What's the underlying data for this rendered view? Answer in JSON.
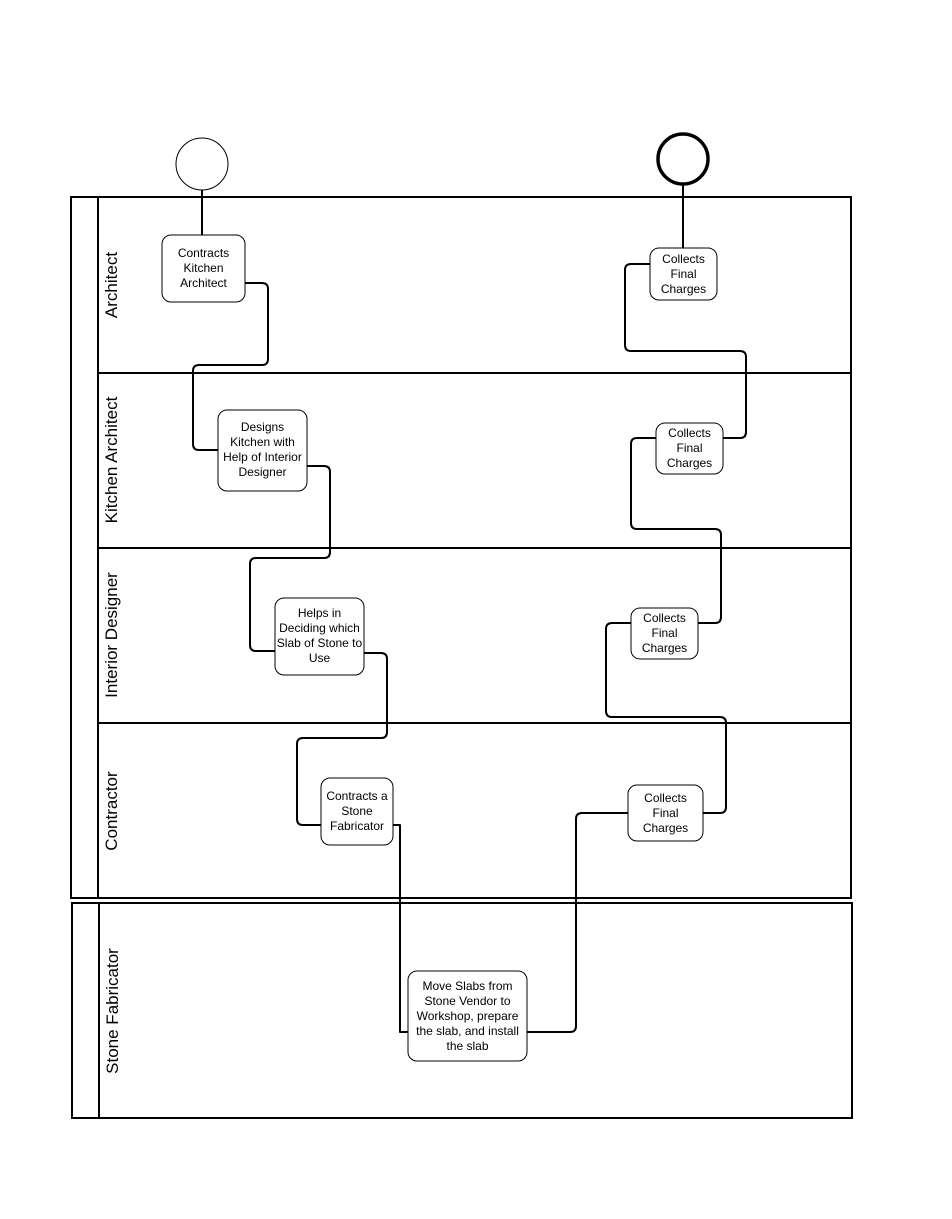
{
  "lanes": {
    "architect": "Architect",
    "kitchen_architect": "Kitchen Architect",
    "interior_designer": "Interior Designer",
    "contractor": "Contractor",
    "stone_fabricator": "Stone Fabricator"
  },
  "nodes": {
    "a1": [
      "Contracts",
      "Kitchen",
      "Architect"
    ],
    "a2": [
      "Collects",
      "Final",
      "Charges"
    ],
    "k1": [
      "Designs",
      "Kitchen with",
      "Help of Interior",
      "Designer"
    ],
    "k2": [
      "Collects",
      "Final",
      "Charges"
    ],
    "i1": [
      "Helps in",
      "Deciding which",
      "Slab of Stone to",
      "Use"
    ],
    "i2": [
      "Collects",
      "Final",
      "Charges"
    ],
    "c1": [
      "Contracts a",
      "Stone",
      "Fabricator"
    ],
    "c2": [
      "Collects",
      "Final",
      "Charges"
    ],
    "s1": [
      "Move Slabs from",
      "Stone Vendor to",
      "Workshop, prepare",
      "the slab, and install",
      "the slab"
    ]
  }
}
